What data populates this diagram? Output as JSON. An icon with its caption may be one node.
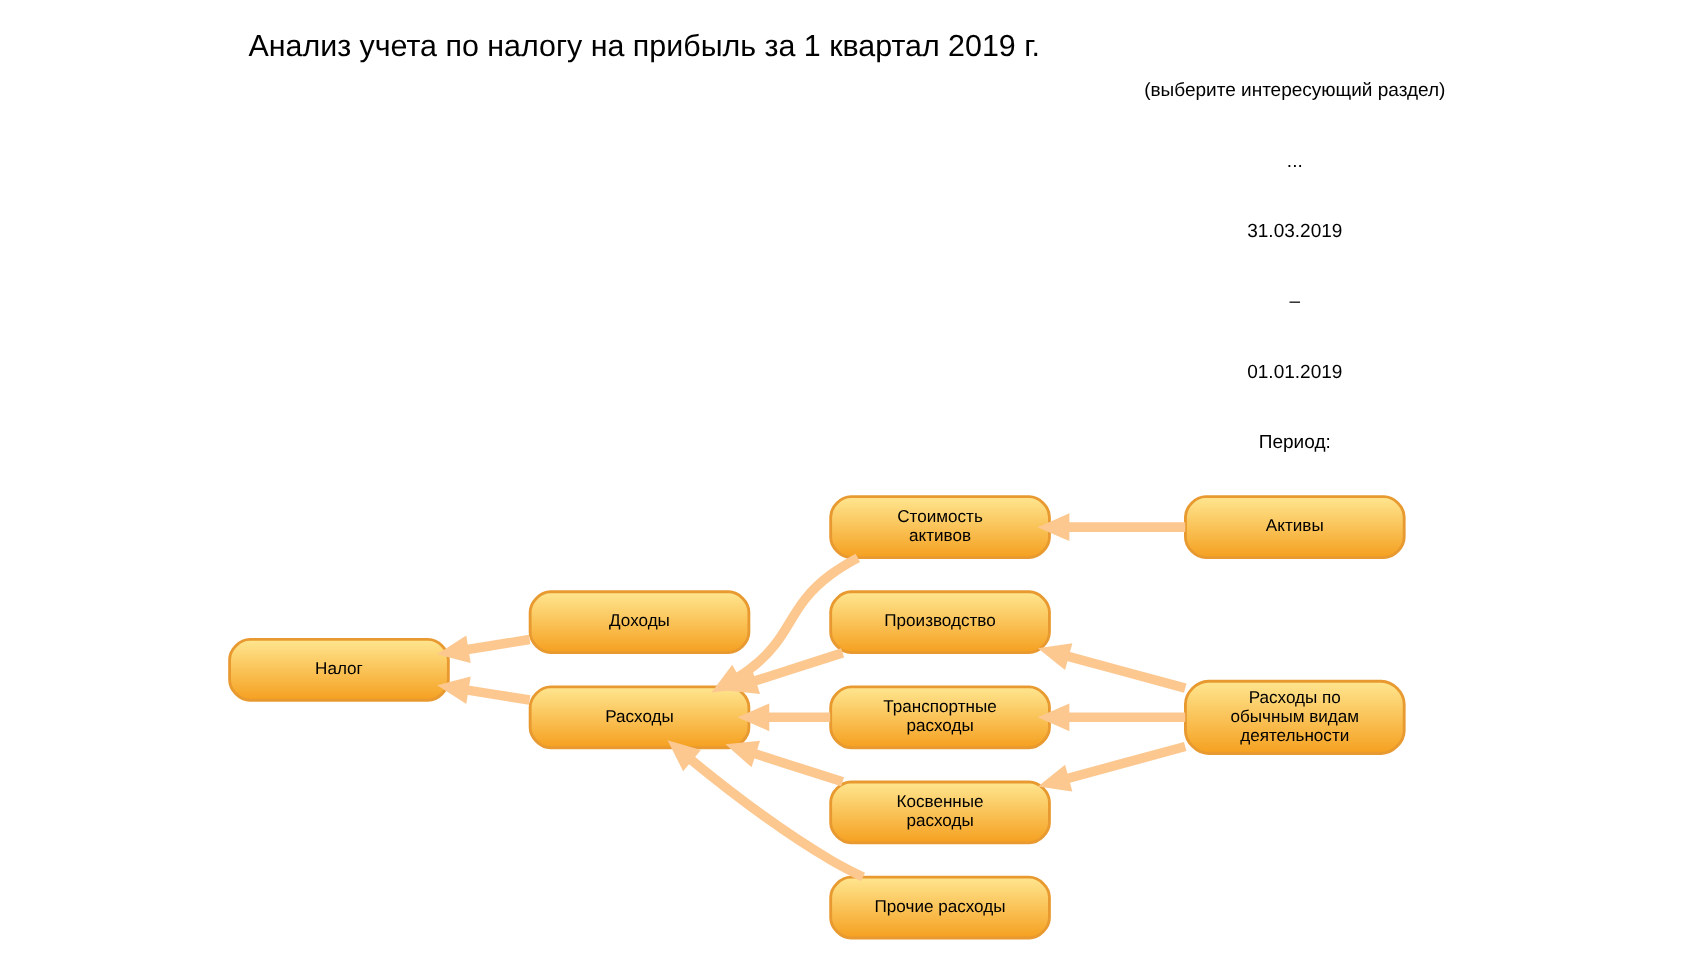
{
  "diagram": {
    "title": "Анализ учета по налогу на прибыль за 1 квартал 2019 г.",
    "nodes": [
      {
        "text": [
          "Доходы"
        ]
      },
      {
        "text": [
          "Налог"
        ]
      },
      {
        "text": [
          "Расходы"
        ]
      },
      {
        "text": [
          "Стоимость активов"
        ]
      },
      {
        "text": [
          "Активы"
        ]
      },
      {
        "text": [
          "Производство"
        ]
      },
      {
        "text": [
          "Транспортные расходы"
        ]
      },
      {
        "text": [
          "Расходы по обычным видам деятельности"
        ]
      },
      {
        "text": [
          "Косвенные расходы"
        ]
      },
      {
        "text": [
          "Прочие расходы"
        ]
      }
    ],
    "edges": [
      {
        "from": 0,
        "to": 1,
        "arrow": "to"
      },
      {
        "from": 2,
        "to": 1,
        "arrow": "to"
      },
      {
        "from": 4,
        "to": 3,
        "arrow": "to"
      },
      {
        "from": 3,
        "to": 2,
        "arrow": "to"
      },
      {
        "from": 5,
        "to": 2,
        "arrow": "to"
      },
      {
        "from": 6,
        "to": 2,
        "arrow": "to"
      },
      {
        "from": 8,
        "to": 2,
        "arrow": "to"
      },
      {
        "from": 9,
        "to": 2,
        "arrow": "to"
      },
      {
        "from": 7,
        "to": 5,
        "arrow": "to"
      },
      {
        "from": 7,
        "to": 6,
        "arrow": "to"
      },
      {
        "from": 7,
        "to": 8,
        "arrow": "to"
      }
    ],
    "labels": [
      "Период:",
      "01.01.2019",
      "–",
      "31.03.2019",
      "...",
      "(выберите интересующий раздел)"
    ]
  }
}
